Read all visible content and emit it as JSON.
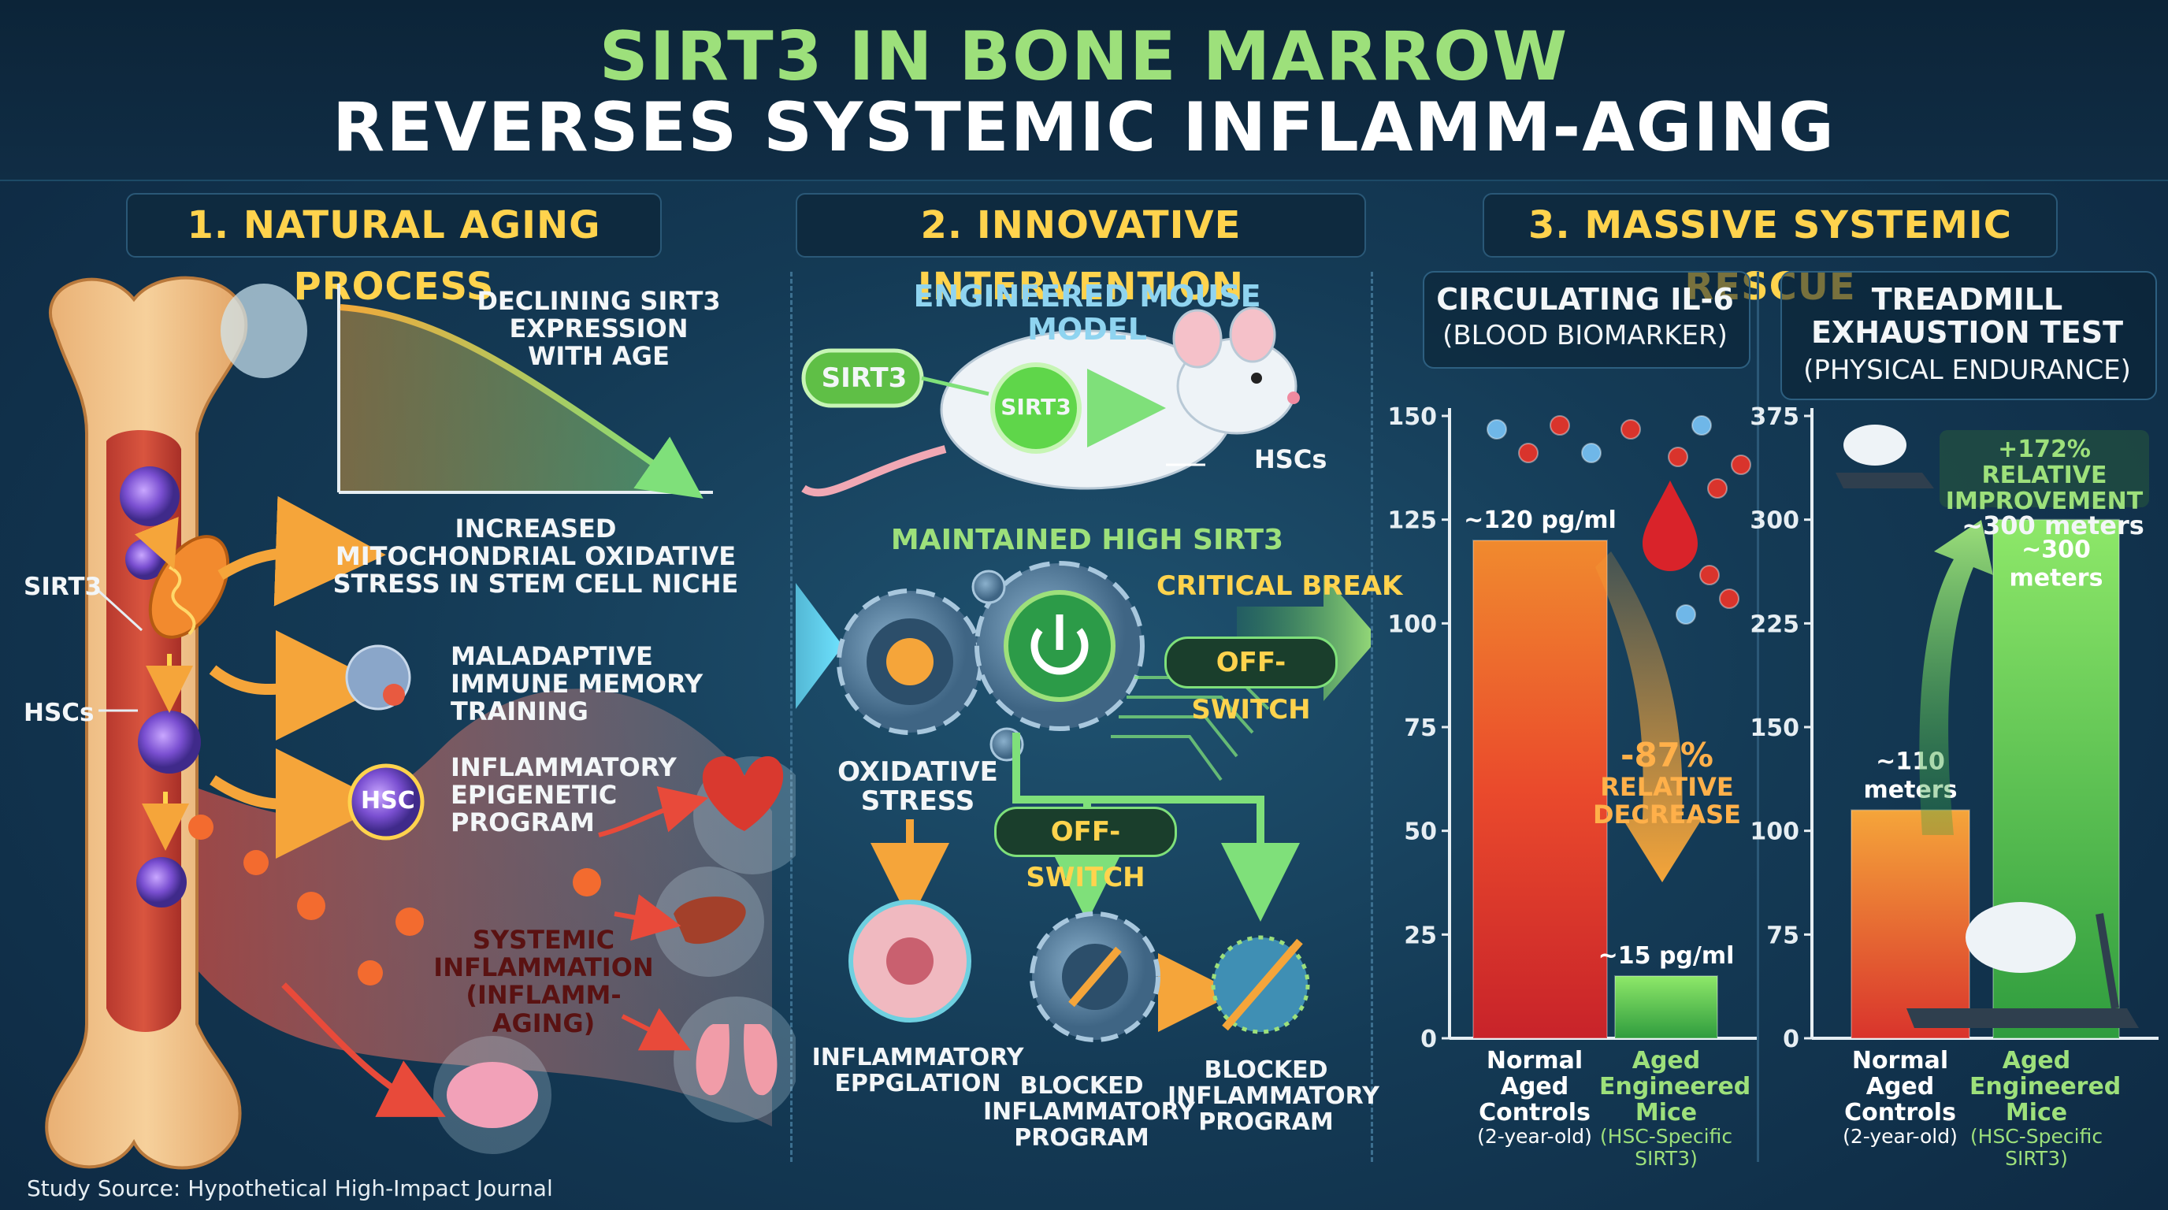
{
  "title": {
    "line1": "SIRT3 IN BONE MARROW",
    "line2": "REVERSES SYSTEMIC INFLAMM-AGING"
  },
  "sections": {
    "s1": "1. NATURAL AGING PROCESS",
    "s2": "2. INNOVATIVE INTERVENTION",
    "s3": "3. MASSIVE SYSTEMIC RESCUE"
  },
  "aging": {
    "decline_label": [
      "DECLINING SIRT3",
      "EXPRESSION",
      "WITH AGE"
    ],
    "sirt3": "SIRT3",
    "hscs": "HSCs",
    "oxidative": [
      "INCREASED",
      "MITOCHONDRIAL OXIDATIVE",
      "STRESS IN STEM CELL NICHE"
    ],
    "immune": [
      "MALADAPTIVE",
      "IMMUNE MEMORY",
      "TRAINING"
    ],
    "epigenetic": [
      "INFLAMMATORY",
      "EPIGENETIC",
      "PROGRAM"
    ],
    "hsc_badge": "HSC",
    "systemic": [
      "SYSTEMIC",
      "INFLAMMATION",
      "(INFLAMM-AGING)"
    ]
  },
  "intervention": {
    "model_title": "ENGINEERED MOUSE MODEL",
    "sirt3_pill": "SIRT3",
    "sirt3_cell": "SIRT3",
    "hscs": "HSCs",
    "maintained": "MAINTAINED HIGH SIRT3",
    "critical_break": "CRITICAL BREAK",
    "off_switch_1": "OFF-SWITCH",
    "off_switch_2": "OFF-SWITCH",
    "oxidative": [
      "OXIDATIVE",
      "STRESS"
    ],
    "eppglation": [
      "INFLAMMATORY",
      "EPPGLATION"
    ],
    "blocked_1": [
      "BLOCKED",
      "INFLAMMATORY",
      "PROGRAM"
    ],
    "blocked_2": [
      "BLOCKED",
      "INFLAMMATORY",
      "PROGRAM"
    ]
  },
  "chart_data": [
    {
      "type": "bar",
      "title": "CIRCULATING IL-6",
      "subtitle": "(BLOOD BIOMARKER)",
      "categories": [
        {
          "name": [
            "Normal",
            "Aged",
            "Controls"
          ],
          "sub": [
            "(2-year-old)"
          ]
        },
        {
          "name": [
            "Aged",
            "Engineered",
            "Mice"
          ],
          "sub": [
            "(HSC-Specific",
            "SIRT3)"
          ]
        }
      ],
      "values": [
        120,
        15
      ],
      "data_labels": [
        "~120 pg/ml",
        "~15 pg/ml"
      ],
      "yticks": [
        0,
        25,
        50,
        75,
        100,
        125,
        150
      ],
      "ylim": [
        0,
        150
      ],
      "annotation": [
        "-87%",
        "RELATIVE",
        "DECREASE"
      ],
      "colors": [
        "#e8452e",
        "#5fd64a"
      ]
    },
    {
      "type": "bar",
      "title": [
        "TREADMILL",
        "EXHAUSTION TEST"
      ],
      "subtitle": "(PHYSICAL ENDURANCE)",
      "categories": [
        {
          "name": [
            "Normal",
            "Aged",
            "Controls"
          ],
          "sub": [
            "(2-year-old)"
          ]
        },
        {
          "name": [
            "Aged",
            "Engineered",
            "Mice"
          ],
          "sub": [
            "(HSC-Specific",
            "SIRT3)"
          ]
        }
      ],
      "values": [
        110,
        300
      ],
      "data_labels": [
        [
          "~110",
          "meters"
        ],
        [
          "~300",
          "meters"
        ]
      ],
      "top_label": "~300 meters",
      "yticks": [
        0,
        75,
        100,
        150,
        225,
        300,
        375
      ],
      "ylim": [
        0,
        375
      ],
      "annotation": [
        "+172% RELATIVE",
        "IMPROVEMENT"
      ],
      "colors": [
        "#f0722e",
        "#5fd64a"
      ]
    }
  ],
  "footer": "Study Source: Hypothetical High-Impact Journal"
}
